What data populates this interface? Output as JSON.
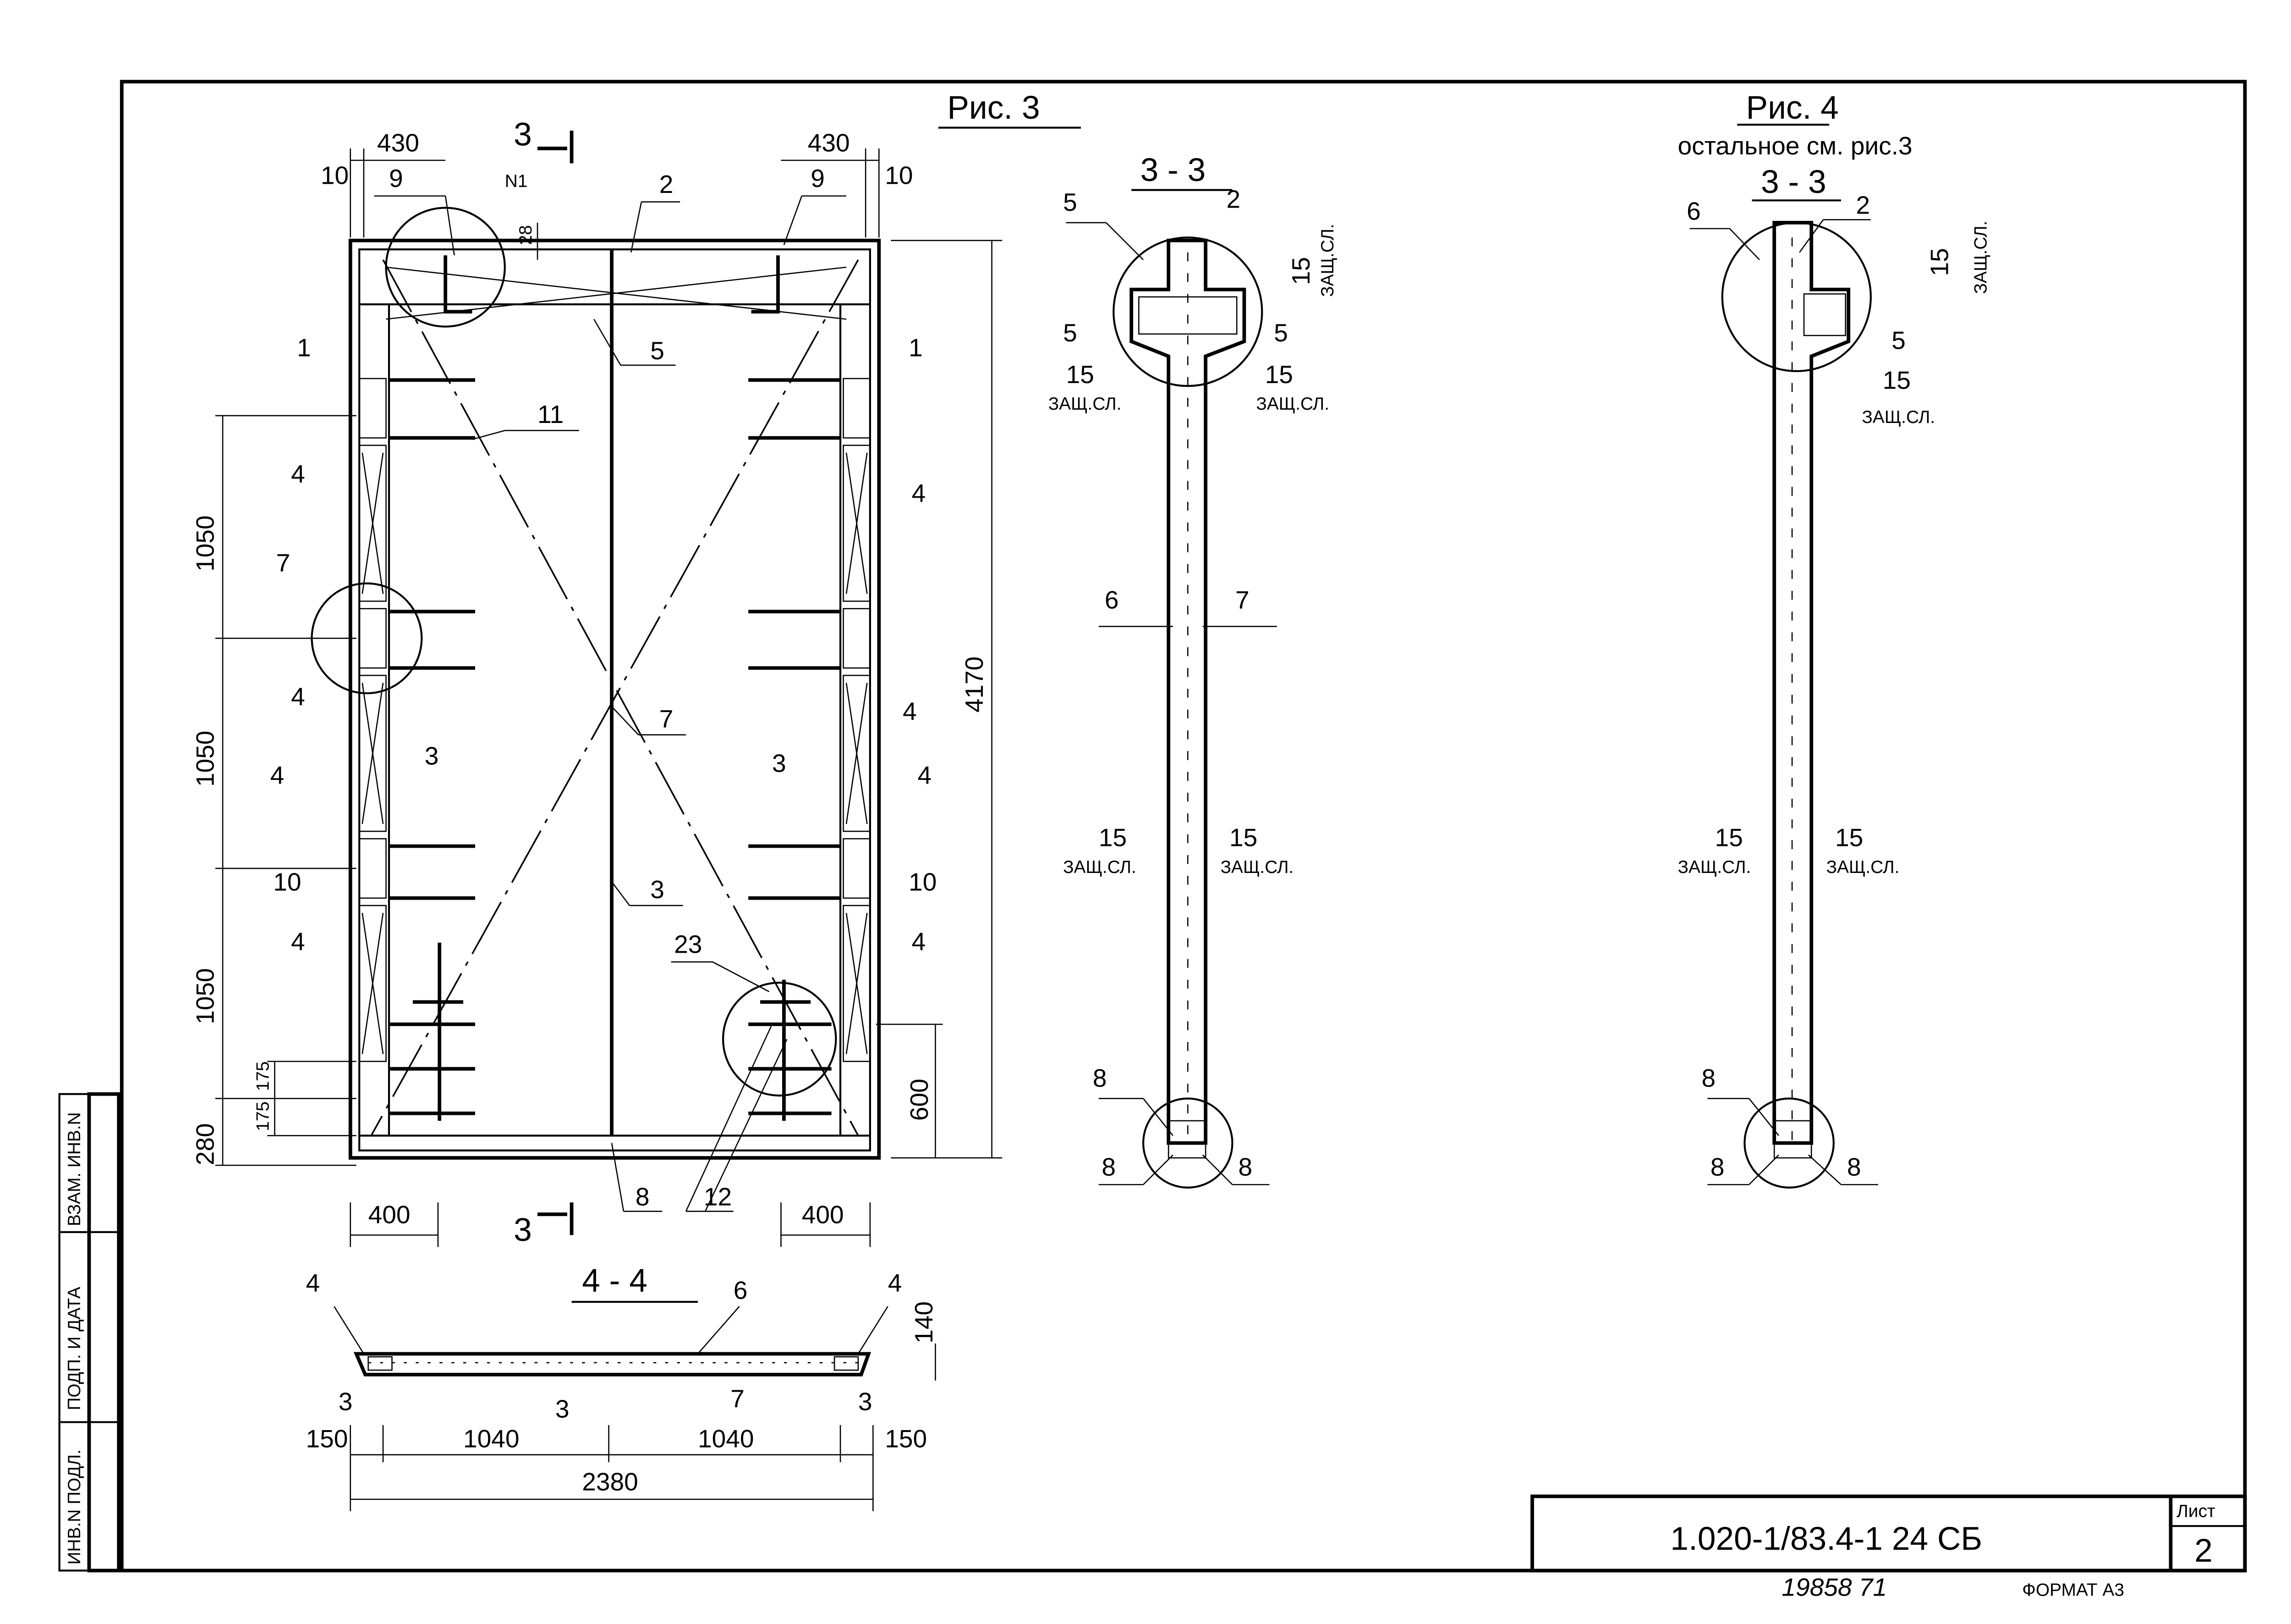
{
  "fig3": {
    "title": "Рис. 3",
    "cut_mark_top": "3",
    "cut_mark_bottom": "3",
    "dims": {
      "top_left_10": "10",
      "top_left_430": "430",
      "top_right_430": "430",
      "top_right_10": "10",
      "d28": "28",
      "h1050_a": "1050",
      "h1050_b": "1050",
      "h1050_c": "1050",
      "h280": "280",
      "h175_a": "175",
      "h175_b": "175",
      "total_height": "4170",
      "h600": "600",
      "bottom_left_400": "400",
      "bottom_right_400": "400"
    },
    "callouts": [
      "9",
      "N1",
      "2",
      "9",
      "5",
      "1",
      "1",
      "11",
      "4",
      "4",
      "7",
      "7",
      "4",
      "3",
      "3",
      "4",
      "4",
      "4",
      "10",
      "10",
      "3",
      "4",
      "23",
      "4",
      "8",
      "12"
    ]
  },
  "section_4_4": {
    "title": "4 - 4",
    "callouts": [
      "4",
      "6",
      "4",
      "3",
      "3",
      "7",
      "3"
    ],
    "dims": {
      "h140": "140",
      "w150_l": "150",
      "w1040_l": "1040",
      "w1040_r": "1040",
      "w150_r": "150",
      "total_width": "2380"
    }
  },
  "section_3_3_fig3": {
    "title": "3 - 3",
    "callouts": [
      "5",
      "2",
      "5",
      "5",
      "6",
      "7",
      "8",
      "8",
      "8"
    ],
    "cover": [
      "15",
      "ЗАЩ.СЛ.",
      "15",
      "ЗАЩ.СЛ.",
      "15",
      "ЗАЩ.СЛ.",
      "15",
      "ЗАЩ.СЛ.",
      "15",
      "ЗАЩ.СЛ."
    ]
  },
  "fig4": {
    "title": "Рис. 4",
    "note": "остальное см. рис.3",
    "section_title": "3 - 3",
    "callouts": [
      "6",
      "2",
      "5",
      "8",
      "8",
      "8"
    ],
    "cover": [
      "15",
      "ЗАЩ.СЛ.",
      "15",
      "ЗАЩ.СЛ.",
      "15",
      "ЗАЩ.СЛ.",
      "15",
      "ЗАЩ.СЛ."
    ]
  },
  "stamp": {
    "cells": [
      "ВЗАМ. ИНВ.N",
      "ПОДП. И ДАТА",
      "ИНВ.N ПОДЛ."
    ]
  },
  "title_block": {
    "designation": "1.020-1/83.4-1 24 СБ",
    "sheet_label": "Лист",
    "sheet_number": "2"
  },
  "footer": {
    "inventory": "19858  71",
    "format": "ФОРМАТ А3"
  }
}
